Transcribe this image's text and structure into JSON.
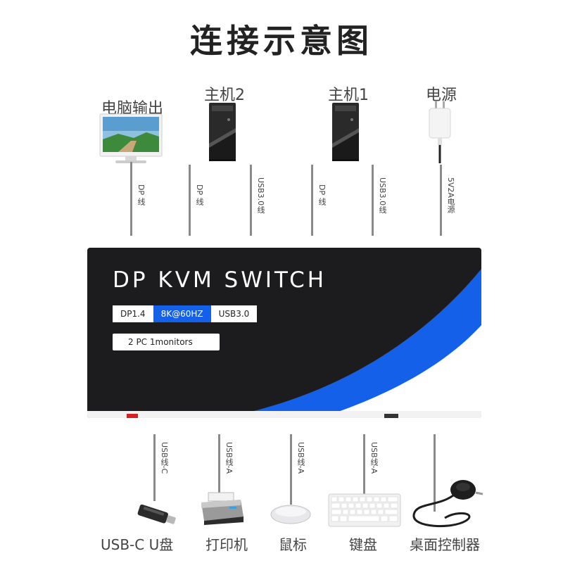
{
  "title": "连接示意图",
  "top": {
    "monitor": {
      "label": "电脑输出",
      "icon": "monitor-icon"
    },
    "host2": {
      "label": "主机2",
      "icon": "pc-tower-icon"
    },
    "host1": {
      "label": "主机1",
      "icon": "pc-tower-icon"
    },
    "power": {
      "label": "电源",
      "icon": "power-adapter-icon"
    }
  },
  "top_cables": [
    {
      "label": "DP 线"
    },
    {
      "label": "DP 线"
    },
    {
      "label": "USB3.0线"
    },
    {
      "label": "DP 线"
    },
    {
      "label": "USB3.0线"
    },
    {
      "label": "5V2A电源"
    }
  ],
  "kvm": {
    "title": "DP KVM SWITCH",
    "specs": [
      "DP1.4",
      "8K@60HZ",
      "USB3.0"
    ],
    "pc_info": "2 PC 1monitors",
    "colors": {
      "body": "#1c1c1e",
      "accent": "#1560e8"
    }
  },
  "bottom_cables": [
    {
      "label": "USB线-C"
    },
    {
      "label": "USB线-A"
    },
    {
      "label": "USB线-A"
    },
    {
      "label": "USB线-A"
    }
  ],
  "bottom": {
    "usb_drive": {
      "label": "USB-C U盘",
      "icon": "usb-drive-icon"
    },
    "printer": {
      "label": "打印机",
      "icon": "printer-icon"
    },
    "mouse": {
      "label": "鼠标",
      "icon": "mouse-icon"
    },
    "keyboard": {
      "label": "键盘",
      "icon": "keyboard-icon"
    },
    "controller": {
      "label": "桌面控制器",
      "icon": "desktop-controller-icon"
    }
  }
}
